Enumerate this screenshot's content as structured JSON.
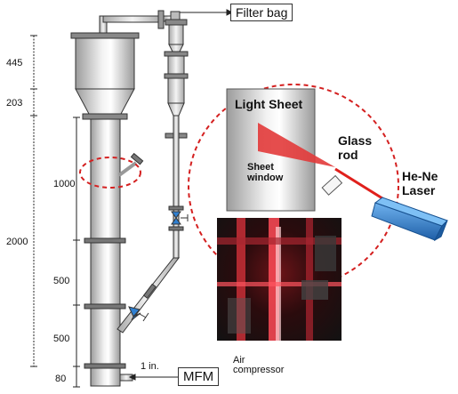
{
  "labels": {
    "filter_bag": "Filter bag",
    "mfm": "MFM",
    "air_compressor": "Air\ncompressor",
    "inlet_size": "1 in.",
    "light_sheet": "Light Sheet",
    "sheet_window": "Sheet\nwindow",
    "glass_rod": "Glass\nrod",
    "laser": "He-Ne\nLaser"
  },
  "dimensions": {
    "top_section": "445",
    "transition": "203",
    "window_height": "1000",
    "lower_total": "2000",
    "segment_mid": "500",
    "segment_low": "500",
    "base": "80"
  },
  "colors": {
    "dashed_highlight": "#d42020",
    "laser_body": "#3a86d6",
    "valve_blue": "#2f7fd0",
    "laser_beam": "#e0201c"
  }
}
